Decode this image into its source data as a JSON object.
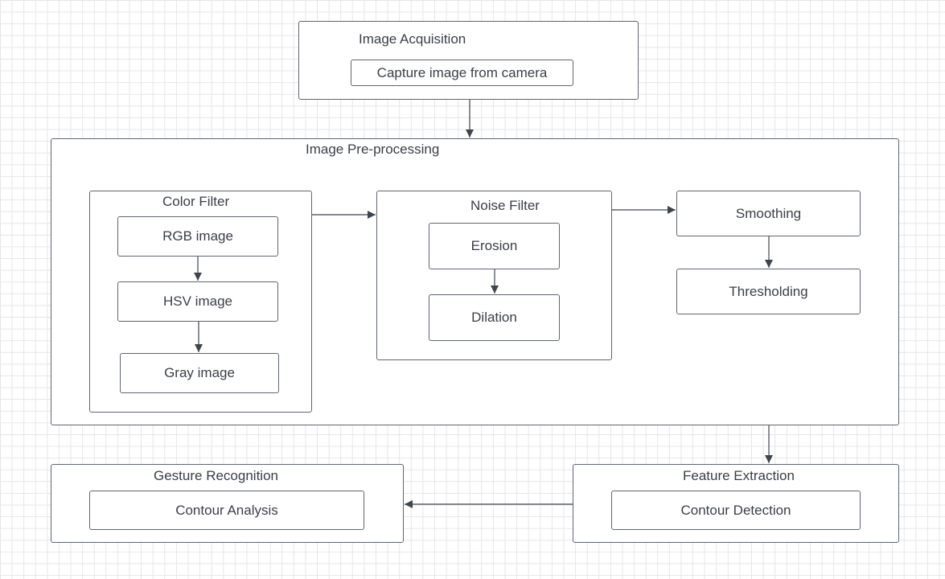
{
  "acquisition": {
    "title": "Image Acquisition",
    "capture": "Capture image from camera"
  },
  "preprocessing": {
    "title": "Image Pre-processing",
    "color_filter": {
      "title": "Color Filter",
      "rgb": "RGB image",
      "hsv": "HSV image",
      "gray": "Gray image"
    },
    "noise_filter": {
      "title": "Noise Filter",
      "erosion": "Erosion",
      "dilation": "Dilation"
    },
    "smoothing": "Smoothing",
    "thresholding": "Thresholding"
  },
  "feature_extraction": {
    "title": "Feature Extraction",
    "contour_detection": "Contour Detection"
  },
  "gesture_recognition": {
    "title": "Gesture Recognition",
    "contour_analysis": "Contour Analysis"
  },
  "colors": {
    "stroke": "#5f6670",
    "text": "#3a3f47",
    "grid": "#e6e6e6",
    "background": "#ffffff"
  }
}
